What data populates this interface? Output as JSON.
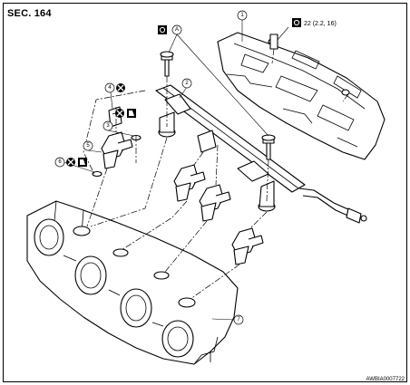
{
  "section": "SEC. 164",
  "figure_code": "AWBIA0007722",
  "torque": "22 (2.2, 16)",
  "callouts": {
    "c1": "1",
    "c2": "2",
    "c3": "3",
    "c4": "4",
    "c5": "5",
    "c6": "6",
    "c7": "7",
    "cA": "A"
  },
  "icons": {
    "torque": "torque-wrench-symbol",
    "no_reuse": "do-not-reuse-symbol",
    "lubricate": "apply-oil-symbol"
  }
}
